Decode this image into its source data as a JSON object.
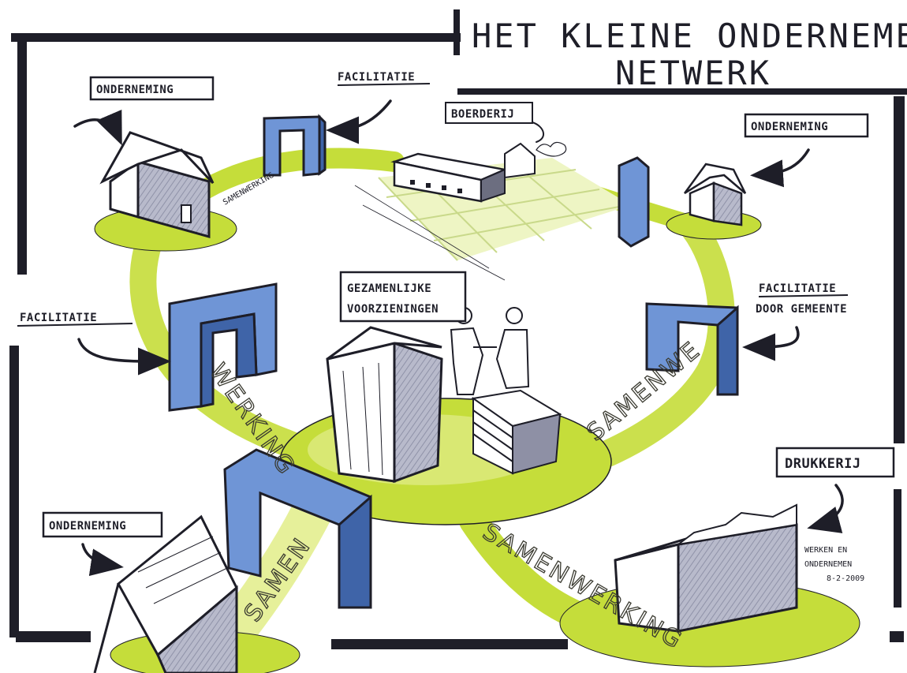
{
  "title": {
    "line1": "HET KLEINE ONDERNEMERS",
    "line2": "NETWERK"
  },
  "labels": {
    "onderneming_top_left": "ONDERNEMING",
    "facilitatie_top": "FACILITATIE",
    "boerderij": "BOERDERIJ",
    "onderneming_top_right": "ONDERNEMING",
    "facilitatie_left": "FACILITATIE",
    "gezamenlijke_line1": "GEZAMENLIJKE",
    "gezamenlijke_line2": "VOORZIENINGEN",
    "facilitatie_gemeente_line1": "FACILITATIE",
    "facilitatie_gemeente_line2": "DOOR GEMEENTE",
    "drukkerij": "DRUKKERIJ",
    "onderneming_bottom_left": "ONDERNEMING"
  },
  "band_text": {
    "left_arc": "WERKING",
    "right_arc": "SAMENWE",
    "bottom_left": "SAMEN",
    "bottom_right": "SAMENWERKING",
    "top_left_small": "SAMENWERKING"
  },
  "note": {
    "line1": "WERKEN EN",
    "line2": "ONDERNEMEN",
    "line3": "8-2-2009"
  },
  "colors": {
    "ink": "#1e1e28",
    "lime": "#c5dd3a",
    "lime_pale": "#e6f09a",
    "blue": "#6f95d6",
    "blue_dark": "#3f64a8",
    "grey_shadow": "#a9abc0"
  }
}
